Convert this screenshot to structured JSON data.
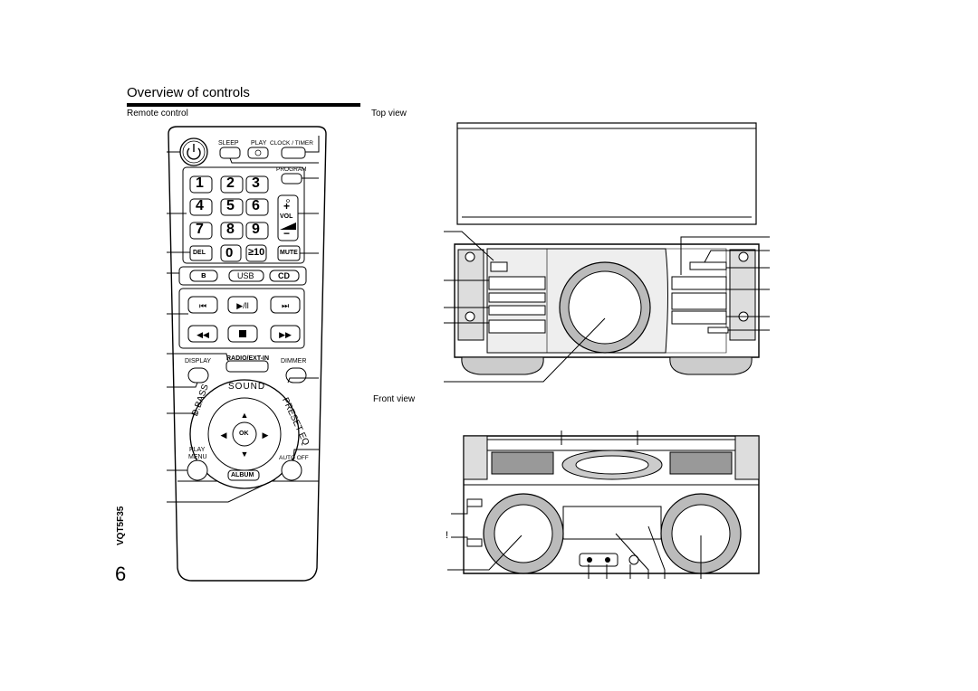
{
  "page": {
    "title": "Overview of controls",
    "page_number": "6",
    "doc_code": "VQT5F35"
  },
  "sections": {
    "remote": "Remote control",
    "top_view": "Top view",
    "front_view": "Front view"
  },
  "remote": {
    "sleep": "SLEEP",
    "play_timer": "PLAY",
    "clock_timer": "CLOCK / TIMER",
    "program": "PROGRAM",
    "digits": [
      "1",
      "2",
      "3",
      "4",
      "5",
      "6",
      "7",
      "8",
      "9"
    ],
    "zero": "0",
    "plus10": "≥10",
    "del": "DEL",
    "mute": "MUTE",
    "vol": "VOL",
    "vol_plus": "+",
    "vol_minus": "−",
    "bluetooth": "ʙ",
    "usb": "USB",
    "cd": "CD",
    "display": "DISPLAY",
    "radio": "RADIO/EXT-IN",
    "dimmer": "DIMMER",
    "sound": "SOUND",
    "dbass": "D.BASS",
    "preset_eq": "PRESET EQ",
    "ok": "OK",
    "play_menu_1": "PLAY",
    "play_menu_2": "MENU",
    "album": "ALBUM",
    "auto_off": "AUTO OFF"
  },
  "front_view": {
    "callout_mark": "!"
  }
}
